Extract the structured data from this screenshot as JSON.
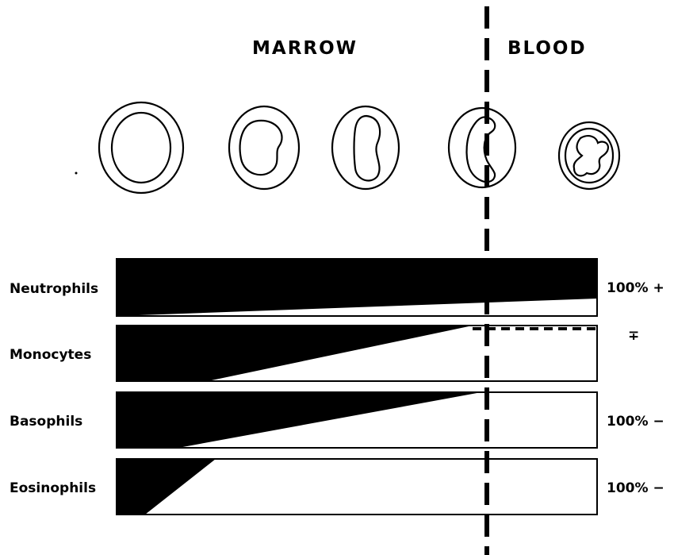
{
  "regions": {
    "marrow": "MARROW",
    "blood": "BLOOD"
  },
  "rows": [
    {
      "key": "neutrophils",
      "label": "Neutrophils",
      "value": "100% +"
    },
    {
      "key": "monocytes",
      "label": "Monocytes",
      "value": "∓"
    },
    {
      "key": "basophils",
      "label": "Basophils",
      "value": "100% −"
    },
    {
      "key": "eosinophils",
      "label": "Eosinophils",
      "value": "100% −"
    }
  ],
  "colors": {
    "ink": "#000000",
    "paper": "#ffffff"
  }
}
